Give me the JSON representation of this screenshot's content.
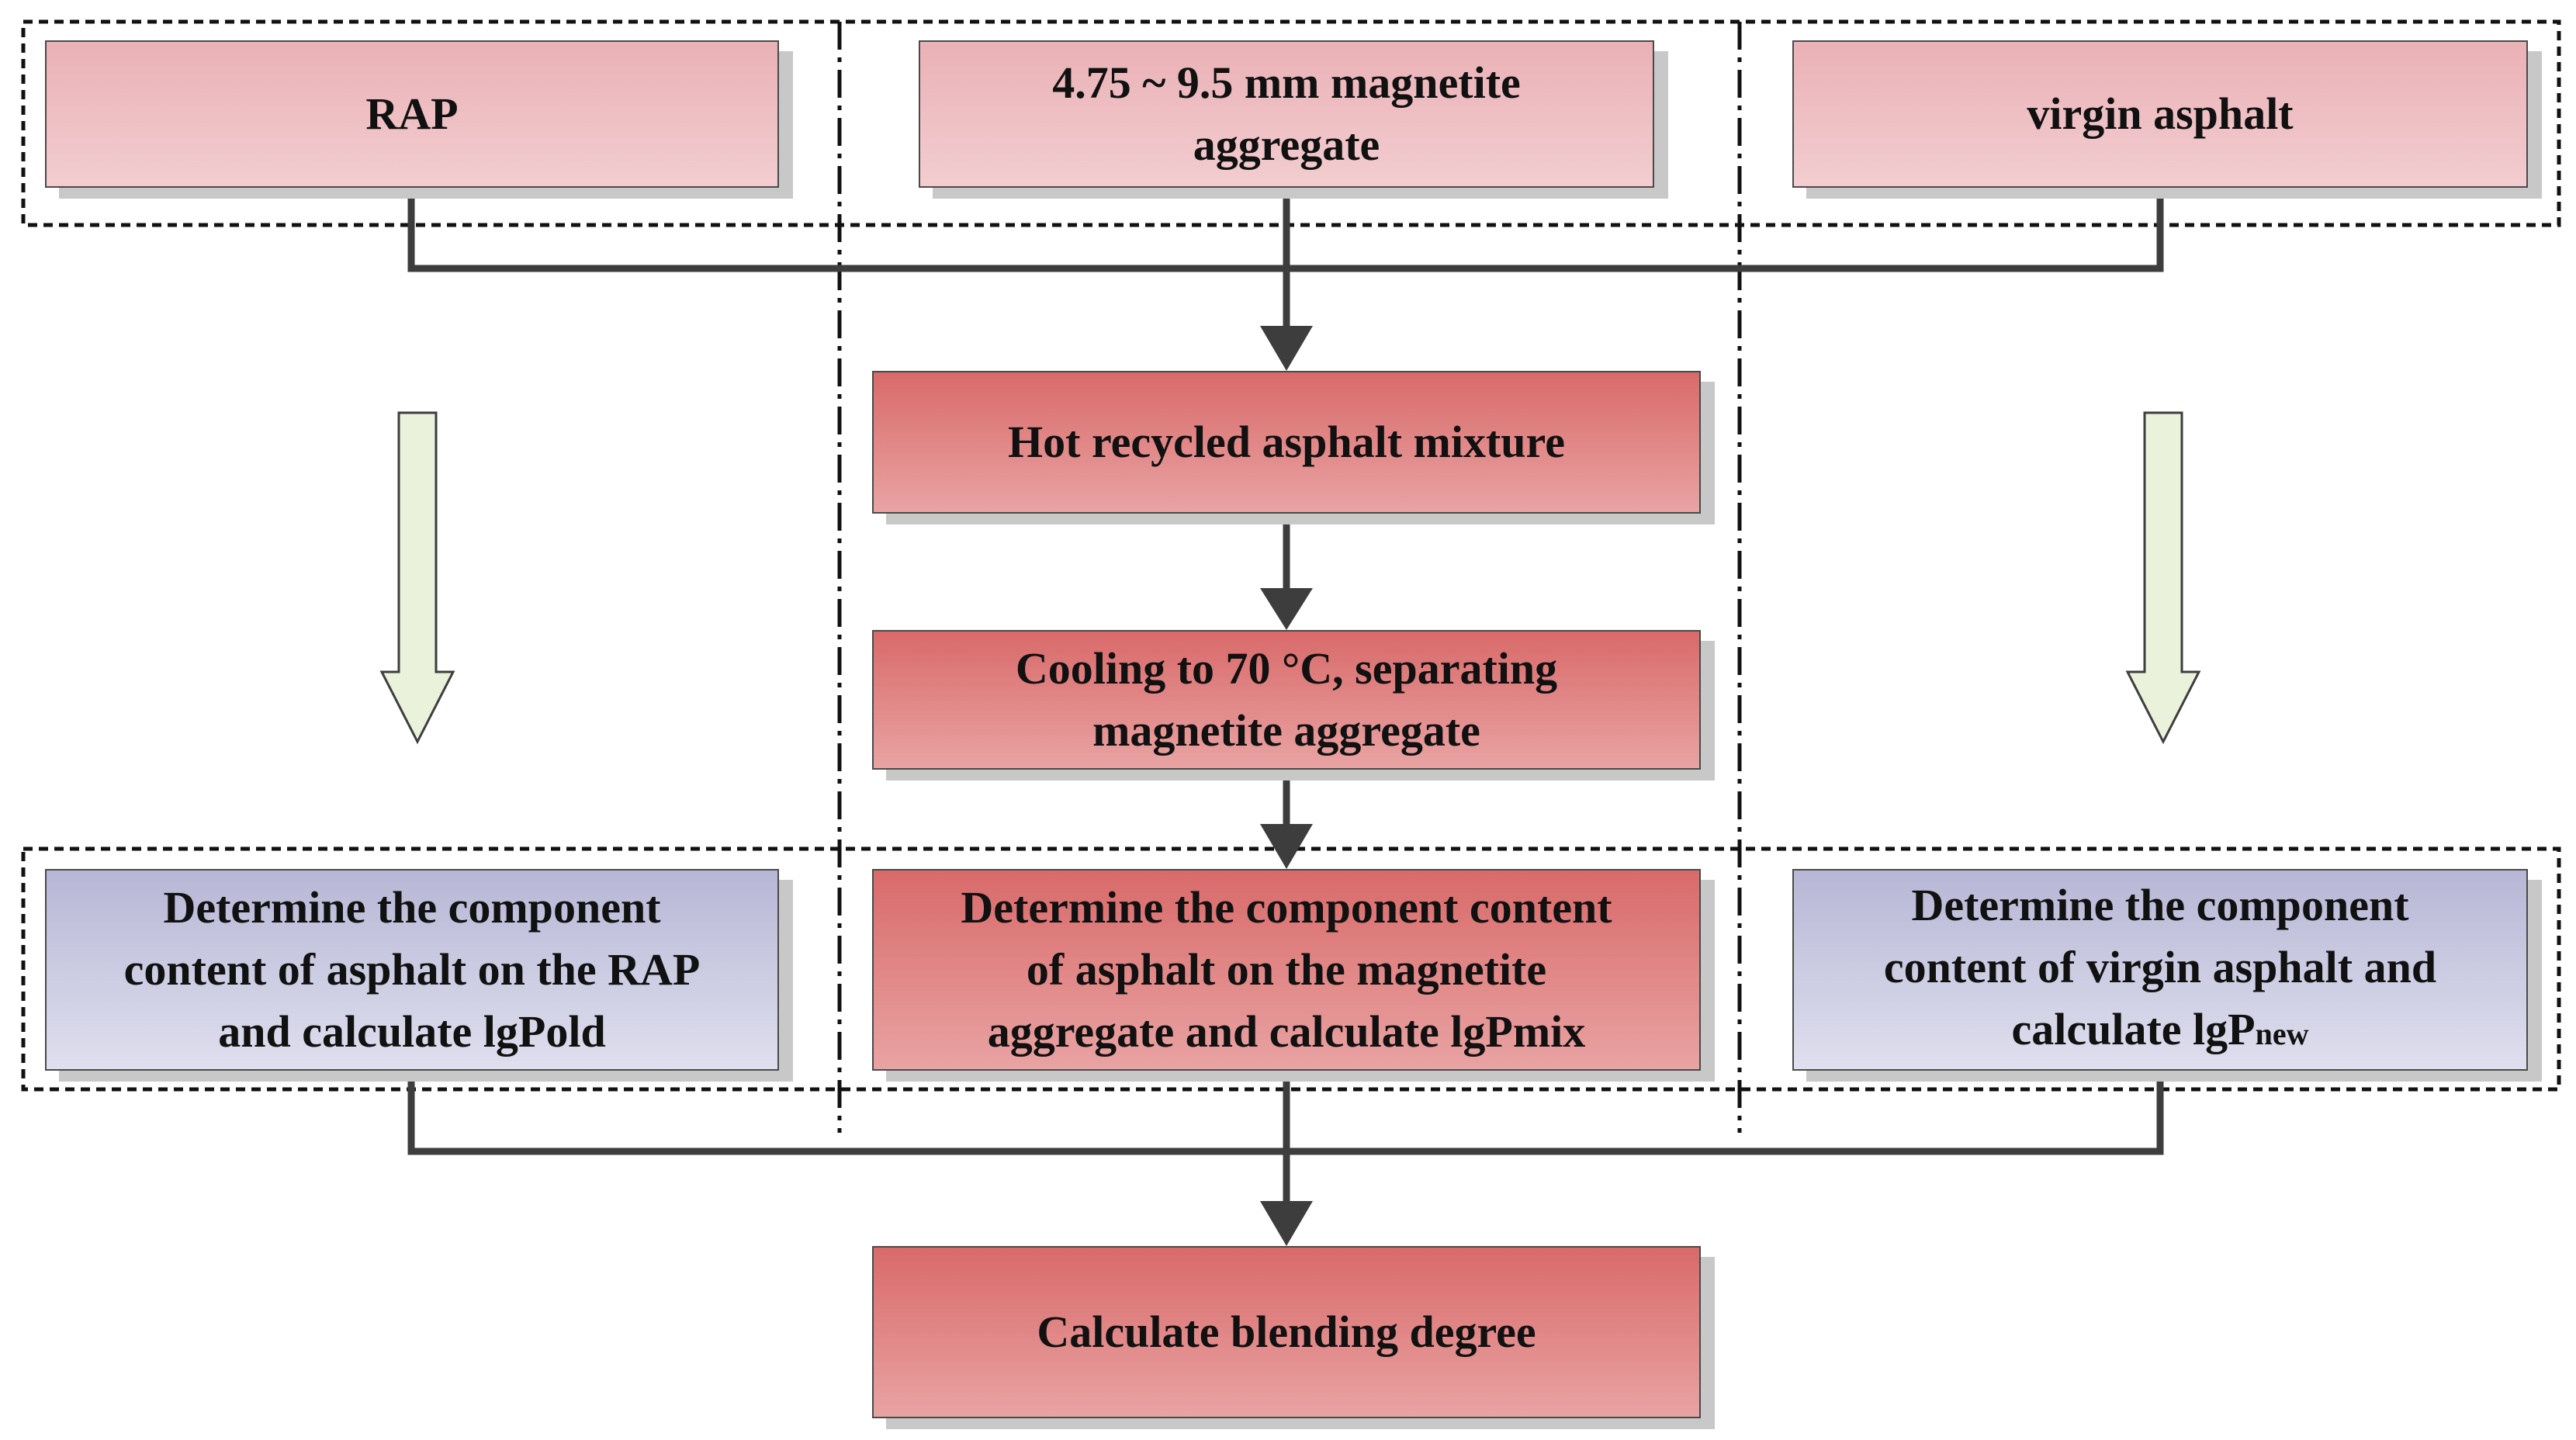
{
  "diagram": {
    "inputs": {
      "rap": "RAP",
      "magnetite_line1": "4.75 ~ 9.5 mm magnetite",
      "magnetite_line2": "aggregate",
      "virgin": "virgin asphalt"
    },
    "process": {
      "mixture": "Hot recycled asphalt mixture",
      "cooling_line1": "Cooling to 70 °C, separating",
      "cooling_line2": "magnetite aggregate"
    },
    "determine": {
      "left_line1": "Determine the component",
      "left_line2": "content of asphalt on the RAP",
      "left_line3": "and calculate lgPold",
      "mid_line1": "Determine the component content",
      "mid_line2": "of asphalt on the magnetite",
      "mid_line3": "aggregate and calculate lgPmix",
      "right_line1": "Determine the component",
      "right_line2": "content of virgin asphalt and",
      "right_line3_main": "calculate lgP",
      "right_line3_sub": "new"
    },
    "final": "Calculate blending degree"
  },
  "colors": {
    "input_fill": "#f0c4c7",
    "process_fill": "#de7a7a",
    "determine_side_fill": "#c9c9e2",
    "hollow_arrow_fill": "#eaf2dc",
    "connector": "#3d3d3d"
  }
}
